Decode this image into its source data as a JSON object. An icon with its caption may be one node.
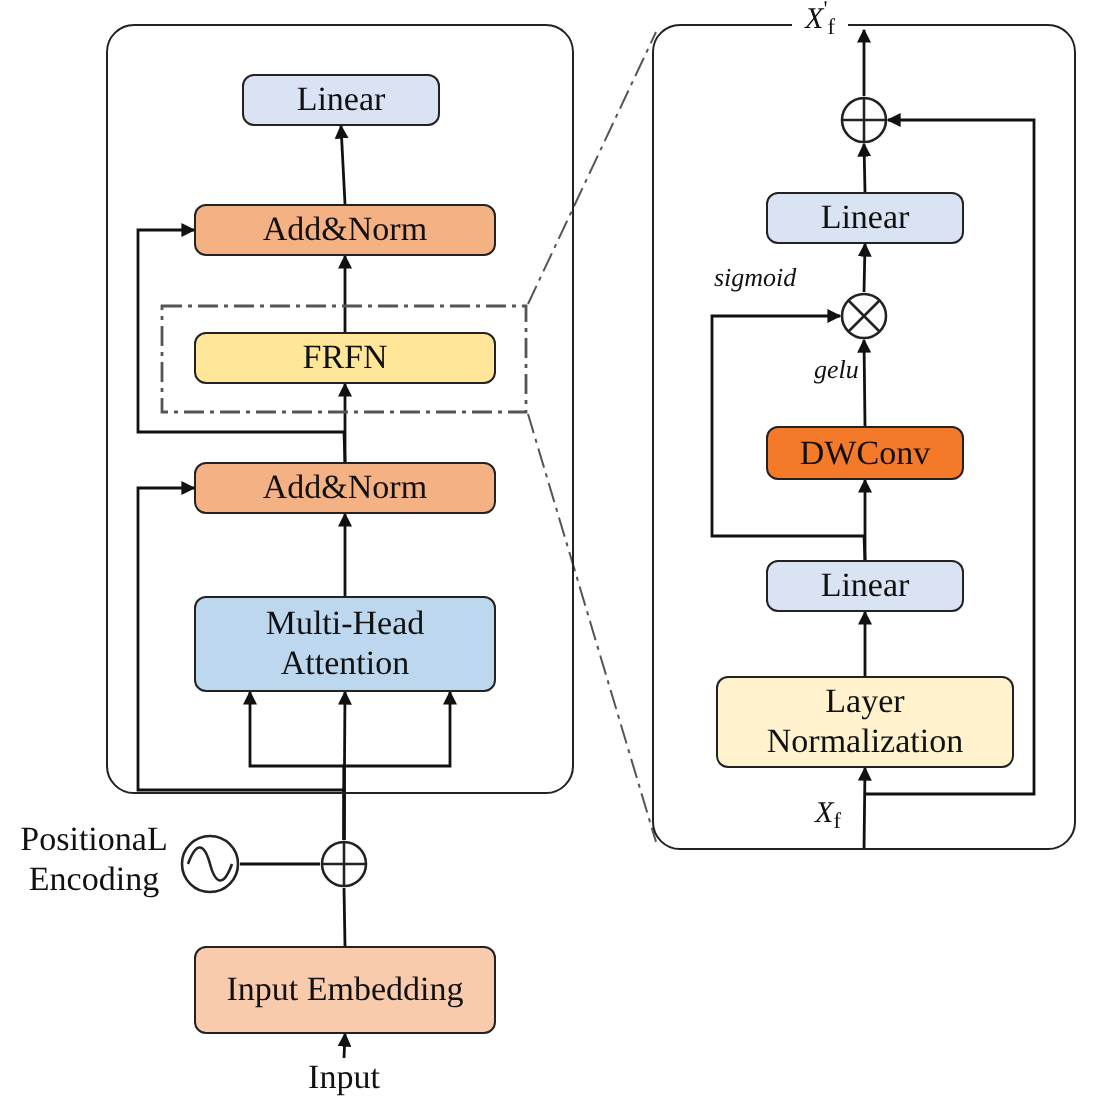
{
  "diagram": {
    "nodes": [
      {
        "text": [],
        "shape": "box"
      },
      {
        "text": [
          "Linear"
        ],
        "in": 0
      },
      {
        "text": [
          "Add&Norm"
        ],
        "in": 0
      },
      {
        "text": [],
        "shape": "box",
        "in": 0
      },
      {
        "text": [
          "FRFN"
        ],
        "in": 3
      },
      {
        "text": [
          "Add&Norm"
        ],
        "in": 0
      },
      {
        "text": [
          "Multi-Head Attention"
        ],
        "in": 0
      },
      {
        "text": [
          "PositionaL Encoding"
        ]
      },
      {
        "text": [],
        "shape": "circle"
      },
      {
        "text": [
          "Input Embedding"
        ]
      },
      {
        "text": [
          "Input"
        ]
      },
      {
        "text": [],
        "shape": "box"
      },
      {
        "text": [],
        "shape": "circle",
        "in": 11
      },
      {
        "text": [
          "Linear"
        ],
        "in": 11
      },
      {
        "text": [],
        "shape": "circle",
        "in": 11
      },
      {
        "text": [
          "DWConv"
        ],
        "in": 11
      },
      {
        "text": [
          "Linear"
        ],
        "in": 11
      },
      {
        "text": [
          "Layer Normalization"
        ],
        "in": 11
      },
      {
        "text": [
          "*X*$^{'}$$_{f}$"
        ]
      },
      {
        "text": [
          "*X*$_{f}$"
        ],
        "in": 11
      }
    ],
    "edges": [
      {
        "from": 10,
        "to": 9,
        "arrow": "to"
      },
      {
        "from": 9,
        "to": 8,
        "arrow": "none"
      },
      {
        "from": 7,
        "to": 8,
        "arrow": "none"
      },
      {
        "from": 8,
        "to": 6,
        "arrow": "to"
      },
      {
        "from": 8,
        "to": 5,
        "arrow": "to"
      },
      {
        "from": 6,
        "to": 5,
        "arrow": "to"
      },
      {
        "from": 5,
        "to": 4,
        "arrow": "to"
      },
      {
        "from": 5,
        "to": 2,
        "arrow": "to"
      },
      {
        "from": 4,
        "to": 2,
        "arrow": "to"
      },
      {
        "from": 2,
        "to": 1,
        "arrow": "to"
      },
      {
        "from": 3,
        "to": 11,
        "arrow": "none",
        "style": "dashed"
      },
      {
        "from": 3,
        "to": 11,
        "arrow": "none",
        "style": "dashed"
      },
      {
        "from": 19,
        "to": 17,
        "arrow": "to"
      },
      {
        "from": 19,
        "to": 12,
        "arrow": "to"
      },
      {
        "from": 17,
        "to": 16,
        "arrow": "to"
      },
      {
        "from": 16,
        "to": 15,
        "arrow": "to"
      },
      {
        "from": 15,
        "to": 14,
        "arrow": "to",
        "label": "gelu"
      },
      {
        "from": 16,
        "to": 14,
        "arrow": "to",
        "label": "sigmoid"
      },
      {
        "from": 14,
        "to": 13,
        "arrow": "to"
      },
      {
        "from": 13,
        "to": 12,
        "arrow": "to"
      },
      {
        "from": 12,
        "to": 18,
        "arrow": "to"
      },
      {
        "from": 8,
        "to": 6,
        "arrow": "to"
      },
      {
        "from": 8,
        "to": 6,
        "arrow": "to"
      }
    ]
  }
}
